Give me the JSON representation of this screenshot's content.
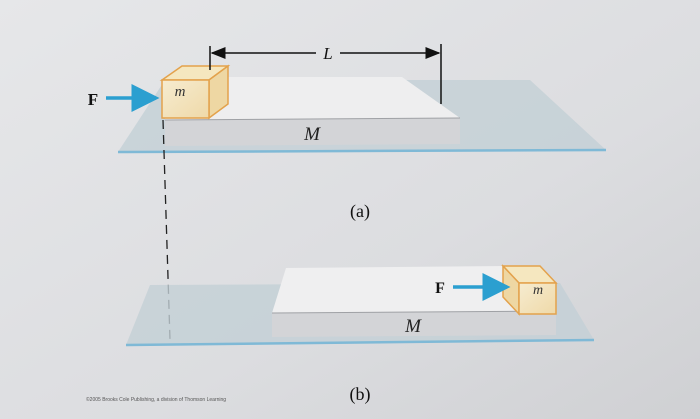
{
  "figure_a": {
    "force_label": "F",
    "block_label": "m",
    "slab_label": "M",
    "length_label": "L",
    "caption": "(a)"
  },
  "figure_b": {
    "force_label": "F",
    "block_label": "m",
    "slab_label": "M",
    "caption": "(b)"
  },
  "copyright": "©2005 Brooks Cole Publishing, a division of Thomson Learning",
  "colors": {
    "arrow": "#2b9fd0",
    "block_face": "#f1e3bb",
    "block_edge": "#e0a14a",
    "slab_top": "#eeeeef",
    "slab_front": "#d2d3d6",
    "floor": "#b7c8d2",
    "floor_edge": "#6fb3d3"
  }
}
